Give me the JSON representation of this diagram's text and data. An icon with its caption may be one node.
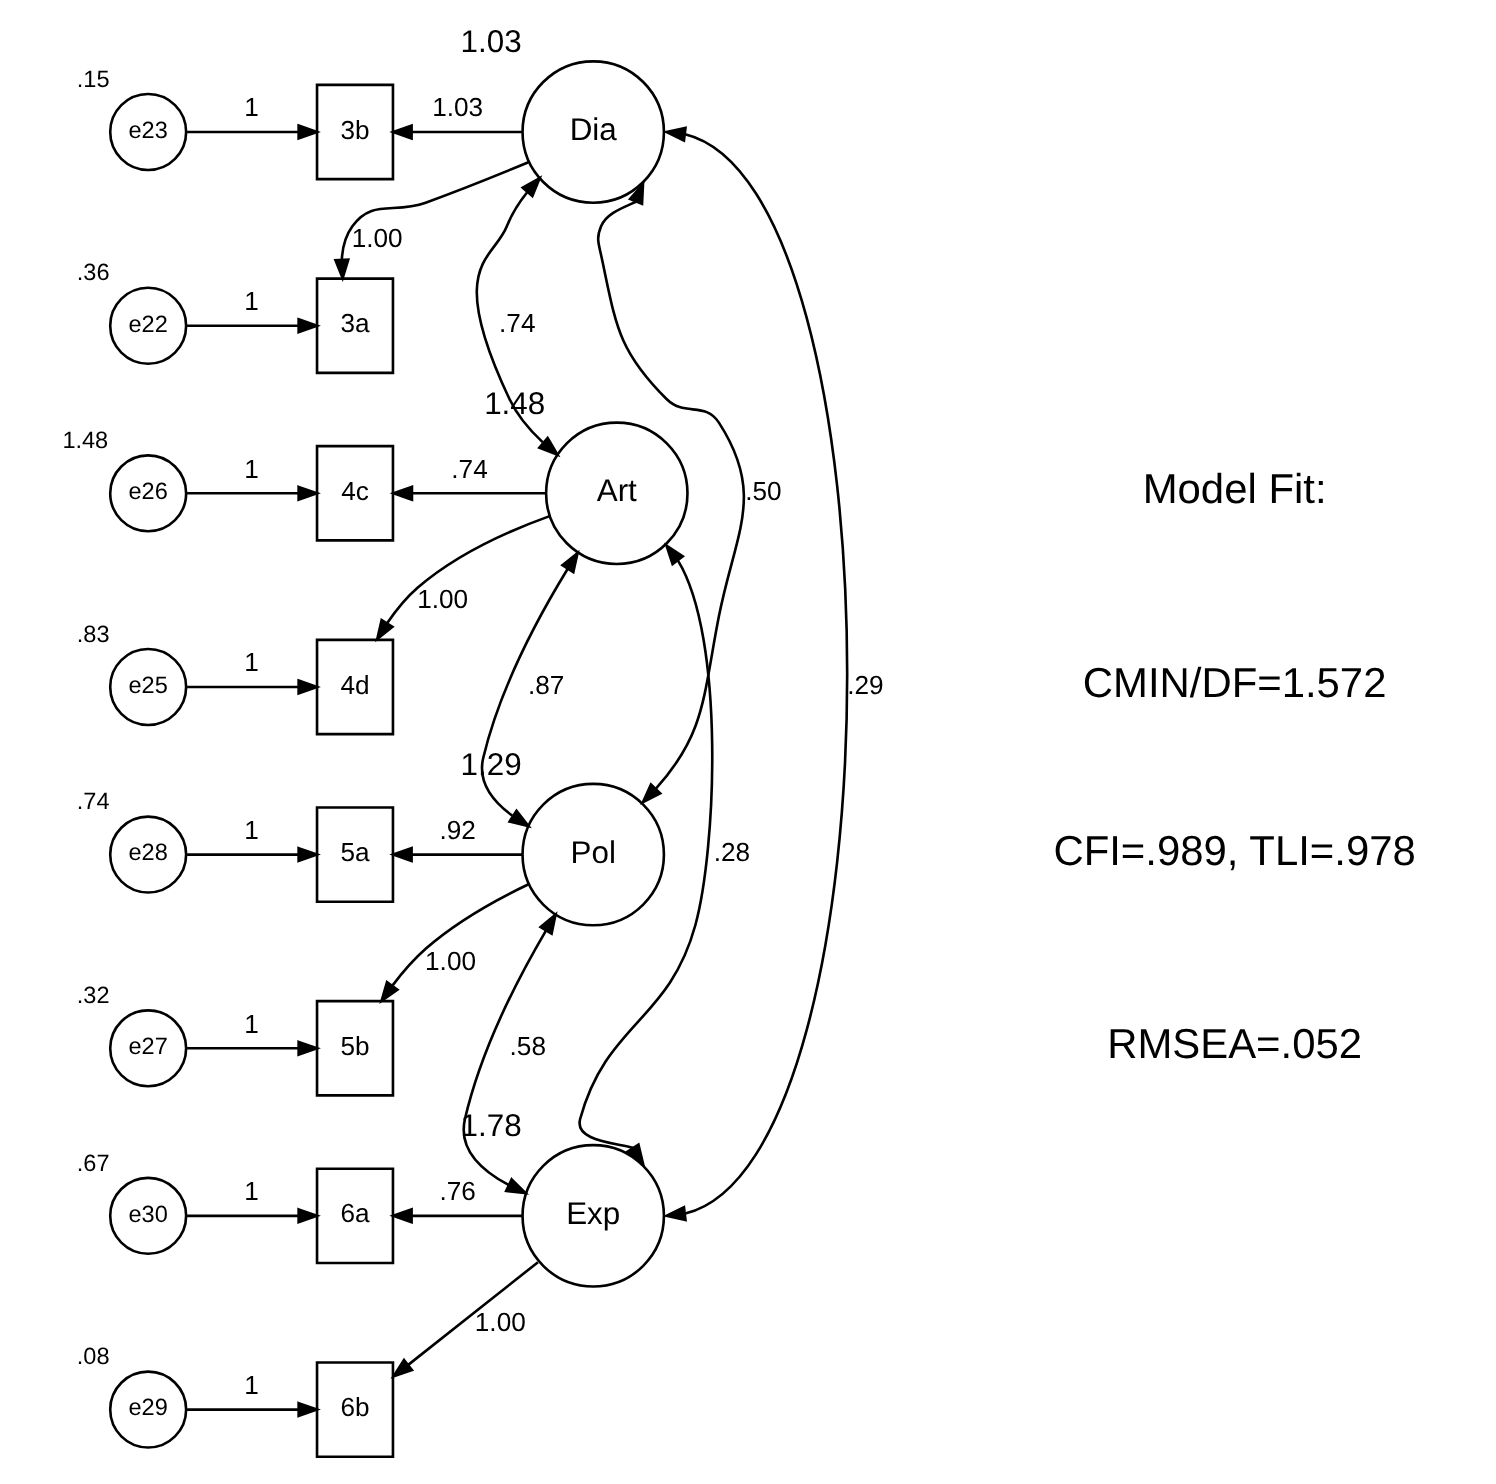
{
  "diagram": {
    "nodes": [
      {
        "text": [
          "e23"
        ],
        "beside": [
          ".15"
        ]
      },
      {
        "text": [
          "3b"
        ]
      },
      {
        "text": [
          "Dia"
        ],
        "beside": [
          "1.03"
        ]
      },
      {
        "text": [
          "e22"
        ],
        "beside": [
          ".36"
        ]
      },
      {
        "text": [
          "3a"
        ]
      },
      {
        "text": [
          "e26"
        ],
        "beside": [
          "1.48"
        ]
      },
      {
        "text": [
          "4c"
        ]
      },
      {
        "text": [
          "Art"
        ],
        "beside": [
          "1.48"
        ]
      },
      {
        "text": [
          "e25"
        ],
        "beside": [
          ".83"
        ]
      },
      {
        "text": [
          "4d"
        ]
      },
      {
        "text": [
          "e28"
        ],
        "beside": [
          ".74"
        ]
      },
      {
        "text": [
          "5a"
        ]
      },
      {
        "text": [
          "Pol"
        ],
        "beside": [
          "1.29"
        ]
      },
      {
        "text": [
          "e27"
        ],
        "beside": [
          ".32"
        ]
      },
      {
        "text": [
          "5b"
        ]
      },
      {
        "text": [
          "e30"
        ],
        "beside": [
          ".67"
        ]
      },
      {
        "text": [
          "6a"
        ]
      },
      {
        "text": [
          "Exp"
        ],
        "beside": [
          "1.78"
        ]
      },
      {
        "text": [
          "e29"
        ],
        "beside": [
          ".08"
        ]
      },
      {
        "text": [
          "6b"
        ]
      }
    ],
    "edges": [
      {
        "from": 0,
        "to": 1,
        "arrow": "to",
        "label": "1"
      },
      {
        "from": 2,
        "to": 1,
        "arrow": "to",
        "label": "1.03"
      },
      {
        "from": 3,
        "to": 4,
        "arrow": "to",
        "label": "1"
      },
      {
        "from": 2,
        "to": 4,
        "arrow": "to",
        "label": "1.00"
      },
      {
        "from": 5,
        "to": 6,
        "arrow": "to",
        "label": "1"
      },
      {
        "from": 7,
        "to": 6,
        "arrow": "to",
        "label": ".74"
      },
      {
        "from": 8,
        "to": 9,
        "arrow": "to",
        "label": "1"
      },
      {
        "from": 7,
        "to": 9,
        "arrow": "to",
        "label": "1.00"
      },
      {
        "from": 10,
        "to": 11,
        "arrow": "to",
        "label": "1"
      },
      {
        "from": 12,
        "to": 11,
        "arrow": "to",
        "label": ".92"
      },
      {
        "from": 13,
        "to": 14,
        "arrow": "to",
        "label": "1"
      },
      {
        "from": 12,
        "to": 14,
        "arrow": "to",
        "label": "1.00"
      },
      {
        "from": 15,
        "to": 16,
        "arrow": "to",
        "label": "1"
      },
      {
        "from": 17,
        "to": 16,
        "arrow": "to",
        "label": ".76"
      },
      {
        "from": 18,
        "to": 19,
        "arrow": "to",
        "label": "1"
      },
      {
        "from": 17,
        "to": 19,
        "arrow": "to",
        "label": "1.00"
      },
      {
        "from": 2,
        "to": 7,
        "arrow": "both",
        "label": ".74"
      },
      {
        "from": 2,
        "to": 12,
        "arrow": "both",
        "label": ".50"
      },
      {
        "from": 2,
        "to": 17,
        "arrow": "both",
        "label": ".29"
      },
      {
        "from": 7,
        "to": 12,
        "arrow": "both",
        "label": ".87"
      },
      {
        "from": 7,
        "to": 17,
        "arrow": "both",
        "label": ".28"
      },
      {
        "from": 12,
        "to": 17,
        "arrow": "both",
        "label": ".58"
      }
    ],
    "labels": [
      "Model Fit:",
      "CMIN/DF=1.572",
      "CFI=.989, TLI=.978",
      "RMSEA=.052"
    ]
  }
}
